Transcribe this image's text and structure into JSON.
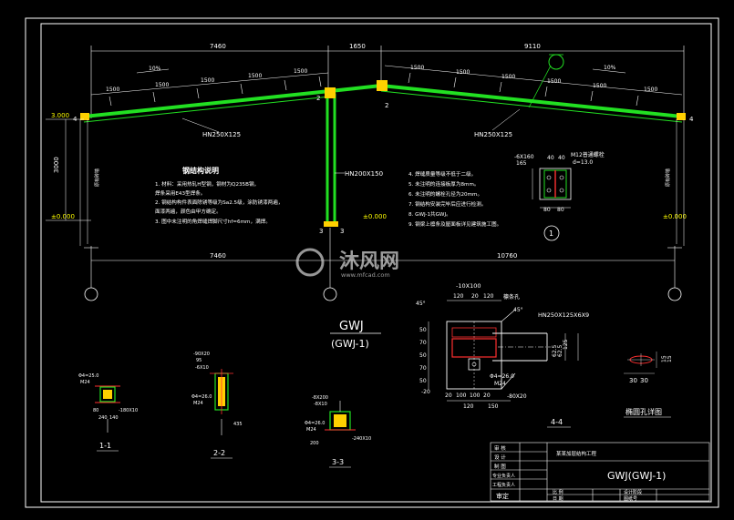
{
  "dims": {
    "top_left": "7460",
    "top_mid": "1650",
    "top_right": "9110",
    "seg": "1500",
    "seg_left_end": "1500",
    "seg_right_end": "1500",
    "bottom_left": "7460",
    "bottom_right": "10760",
    "height": "3000"
  },
  "slopes": {
    "left": "10%",
    "right": "10%"
  },
  "elev": {
    "top": "3.000",
    "base_left": "±0.000",
    "base_mid": "±0.000",
    "base_right": "±0.000"
  },
  "labels": {
    "beam_left": "HN250X125",
    "beam_right": "HN250X125",
    "column": "HN200X150",
    "num4_left": "4",
    "num4_right": "4",
    "num2_a": "2",
    "num2_b": "2",
    "num3_a": "3",
    "num3_b": "3",
    "existing_left": "原有砖墙",
    "existing_right": "原有砖墙",
    "circle1": "1"
  },
  "notes": {
    "title": "钢结构说明",
    "left": [
      "1. 材料：采用热轧H型钢，钢材为Q235B钢，",
      "   焊条采用E43型焊条。",
      "2. 钢结构构件表面除锈等级为Sa2.5级，涂防锈漆两遍，",
      "   面漆两遍，颜色由甲方确定。",
      "3. 图中未注明的角焊缝焊脚尺寸hf=6mm，满焊。"
    ],
    "right": [
      "4. 焊缝质量等级不低于二级。",
      "5. 未注明的连接板厚为8mm。",
      "6. 未注明的螺栓孔径为20mm。",
      "7. 钢结构安装完毕后应进行检测。",
      "8. GWJ-1共GWJ。",
      "9. 钢梁上檩条及屋面板详见建筑施工图。"
    ]
  },
  "detail1": {
    "plate": "-6X160",
    "plate2": "165",
    "w1": "40",
    "w2": "40",
    "bolt": "M12普通螺栓",
    "bolt2": "d=13.0",
    "d1": "80",
    "d2": "80"
  },
  "main_title": {
    "line1": "GWJ",
    "line2": "(GWJ-1)"
  },
  "detail44": {
    "plate_top": "-10X100",
    "top_dims": [
      "120",
      "20",
      "120"
    ],
    "beam": "HN250X125X6X9",
    "hole": "檩条孔",
    "angle": "45°",
    "left_angle": "45°",
    "bottom_dims": [
      "20",
      "100",
      "100",
      "20"
    ],
    "bottom_total": "120",
    "bottom_150": "150",
    "stiff": "-20",
    "bolt": "Φ4=26.0",
    "bolt2": "M24",
    "plate_bot": "-80X20",
    "vert_dims": [
      "50",
      "70",
      "50",
      "70",
      "50"
    ],
    "right_dims": [
      "125",
      "62.5",
      "62.5"
    ],
    "label": "4-4"
  },
  "hole_detail": {
    "d1": "30",
    "d2": "30",
    "d3": "15",
    "d4": "15",
    "label": "椭圆孔详图"
  },
  "sec11": {
    "label": "1-1",
    "a": "Φ4=25.0",
    "b": "M24",
    "c": "-180X10",
    "d": "80",
    "e": "240",
    "f": "140"
  },
  "sec22": {
    "label": "2-2",
    "a": "-90X20",
    "b": "95",
    "c": "-6X10",
    "d": "Φ4=26.0",
    "e": "M24",
    "f": "435"
  },
  "sec33": {
    "label": "3-3",
    "a": "-8X200",
    "b": "-8X10",
    "c": "Φ4=26.0",
    "d": "M24",
    "e": "-240X10",
    "f": "200"
  },
  "title_block": {
    "rows_left": [
      "审 核",
      "设 计",
      "制 图",
      "专业负责人",
      "工程负责人",
      "审定"
    ],
    "project": "某某加层结构工程",
    "drawing": "GWJ(GWJ-1)",
    "bottom": [
      "比 例",
      "日 期",
      "设计阶段",
      "图纸号"
    ]
  },
  "watermark": {
    "brand": "沐风网",
    "url": "www.mfcad.com"
  }
}
